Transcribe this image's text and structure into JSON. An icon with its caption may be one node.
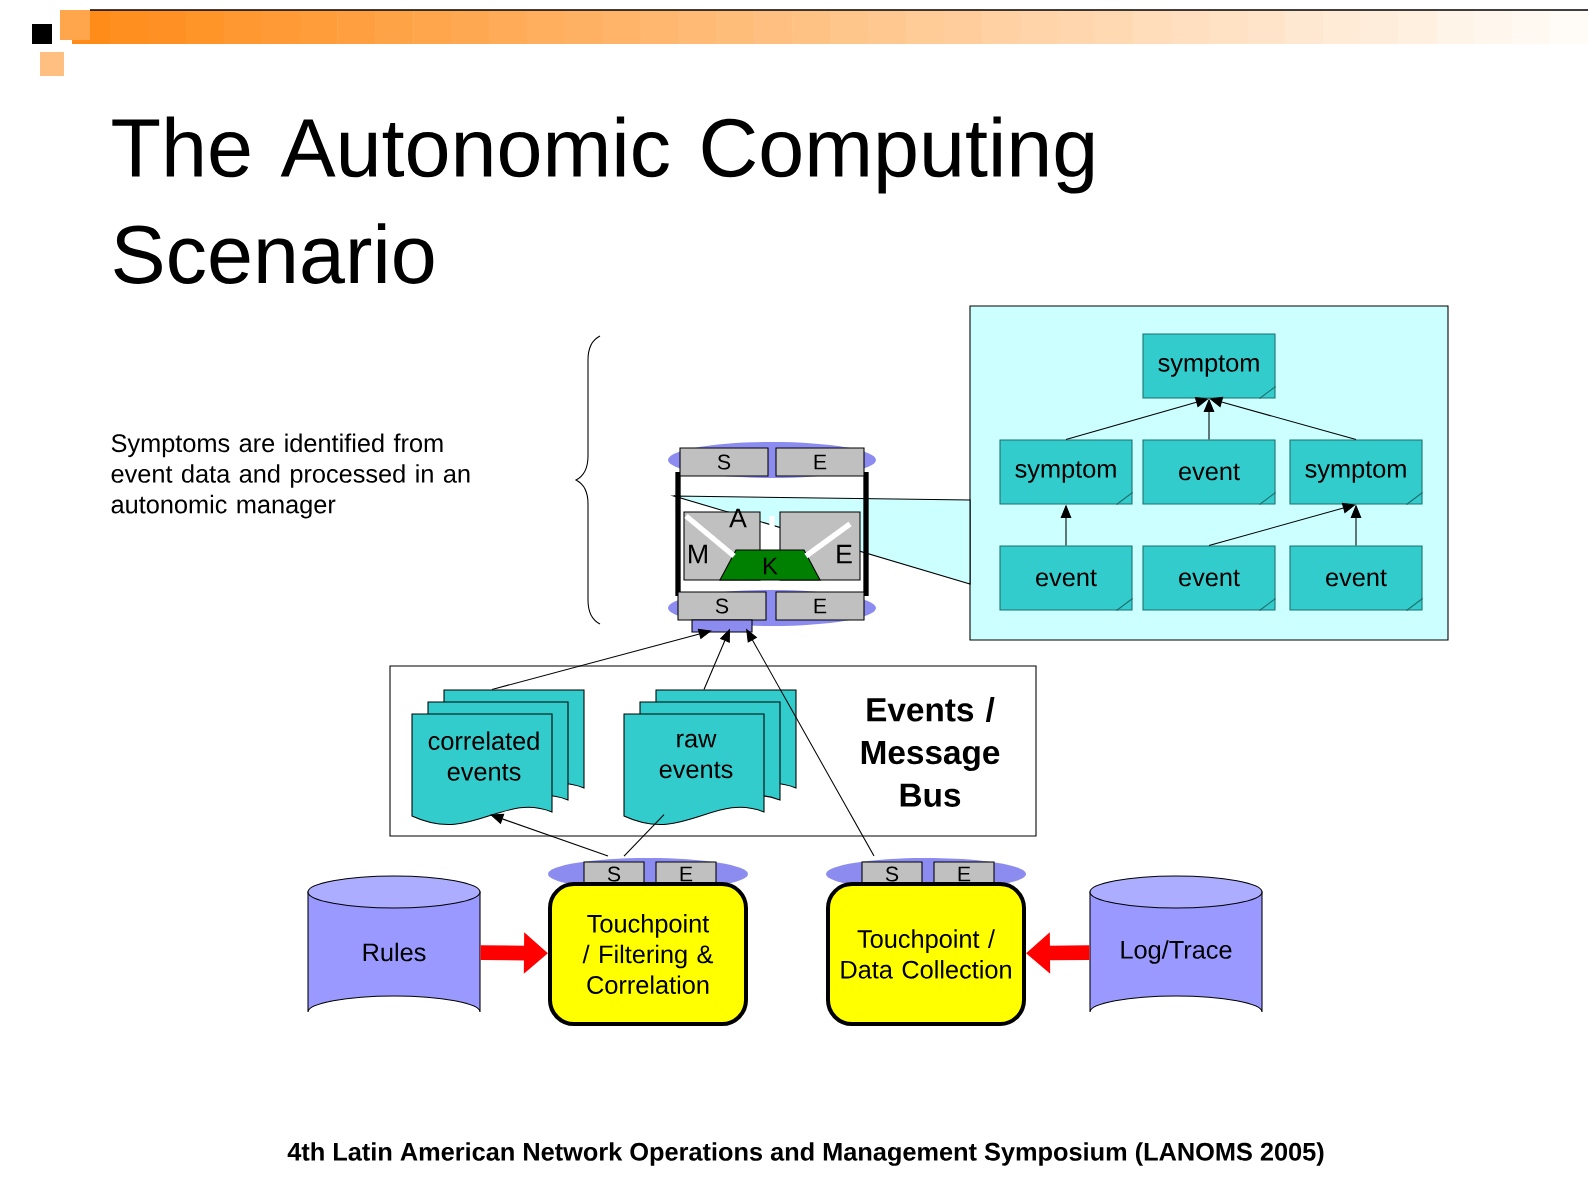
{
  "diagram": {
    "title": "The Autonomic Computing Scenario",
    "caption": "4th Latin American Network Operations and Management Symposium (LANOMS 2005)",
    "nodes": [
      {
        "text": [],
        "shape": "box"
      },
      {
        "text": [
          "symptom"
        ],
        "in": 0
      },
      {
        "text": [
          "symptom"
        ],
        "in": 0
      },
      {
        "text": [
          "event"
        ],
        "in": 0
      },
      {
        "text": [
          "symptom"
        ],
        "in": 0
      },
      {
        "text": [
          "event"
        ],
        "in": 0
      },
      {
        "text": [
          "event"
        ],
        "in": 0
      },
      {
        "text": [
          "event"
        ],
        "in": 0
      },
      {
        "text": [],
        "shape": "picture"
      },
      {
        "text": [
          "Events / Message Bus"
        ]
      },
      {
        "text": [
          "correlated events"
        ],
        "in": 9
      },
      {
        "text": [
          "raw events"
        ],
        "in": 9
      },
      {
        "text": [
          "Rules"
        ]
      },
      {
        "text": [
          "Touchpoint / Filtering & Correlation"
        ]
      },
      {
        "text": [
          "Touchpoint / Data Collection"
        ]
      },
      {
        "text": [
          "Log/Trace"
        ]
      }
    ],
    "edges": [
      {
        "from": 2,
        "to": 1,
        "arrow": "to"
      },
      {
        "from": 3,
        "to": 1,
        "arrow": "to"
      },
      {
        "from": 4,
        "to": 1,
        "arrow": "to"
      },
      {
        "from": 5,
        "to": 2,
        "arrow": "to"
      },
      {
        "from": 6,
        "to": 4,
        "arrow": "to"
      },
      {
        "from": 7,
        "to": 4,
        "arrow": "to"
      },
      {
        "from": 10,
        "to": 8,
        "arrow": "to"
      },
      {
        "from": 11,
        "to": 8,
        "arrow": "to"
      },
      {
        "from": 14,
        "to": 8,
        "arrow": "to"
      },
      {
        "from": 13,
        "to": 10,
        "arrow": "to"
      },
      {
        "from": 13,
        "to": 11,
        "arrow": "none"
      },
      {
        "from": 12,
        "to": 13,
        "arrow": "to",
        "style": "thick",
        "color": "#ff0000"
      },
      {
        "from": 15,
        "to": 14,
        "arrow": "to",
        "style": "thick",
        "color": "#ff0000"
      }
    ],
    "labels": [
      "Symptoms are identified from event data and processed in an autonomic manager",
      "S",
      "E",
      "A",
      "M",
      "K",
      "E",
      "S",
      "E",
      "S",
      "E",
      "S",
      "E"
    ]
  }
}
